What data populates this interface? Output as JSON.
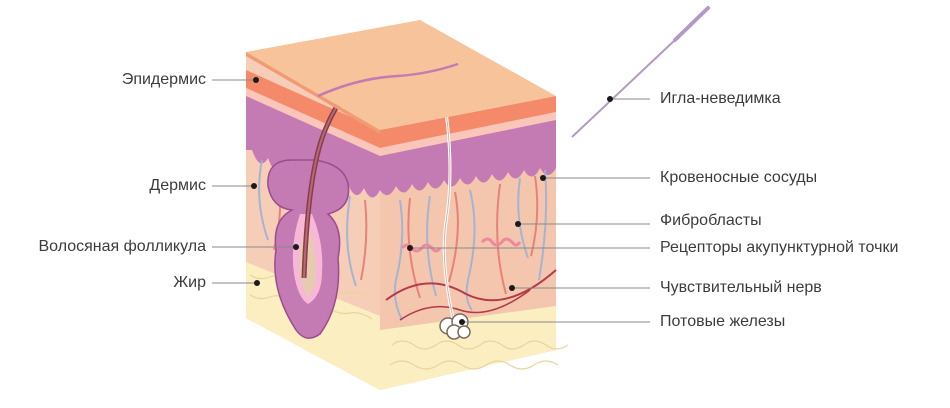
{
  "labels_left": {
    "epidermis": "Эпидермис",
    "dermis": "Дермис",
    "follicle": "Волосяная фолликула",
    "fat": "Жир"
  },
  "labels_right": {
    "needle": "Игла-неведимка",
    "vessels": "Кровеносные сосуды",
    "fibroblasts": "Фибробласты",
    "receptors": "Рецепторы акупунктурной точки",
    "nerve": "Чувствительный нерв",
    "sweat_glands": "Потовые железы"
  },
  "colors": {
    "skin_top": "#f7c39a",
    "epidermis_band": "#f58a6a",
    "purple_layer": "#c47ab3",
    "dermis": "#f4c7b0",
    "fat": "#fbeec0",
    "leader_line": "#8a8a8a",
    "needle": "#b39ac4"
  }
}
